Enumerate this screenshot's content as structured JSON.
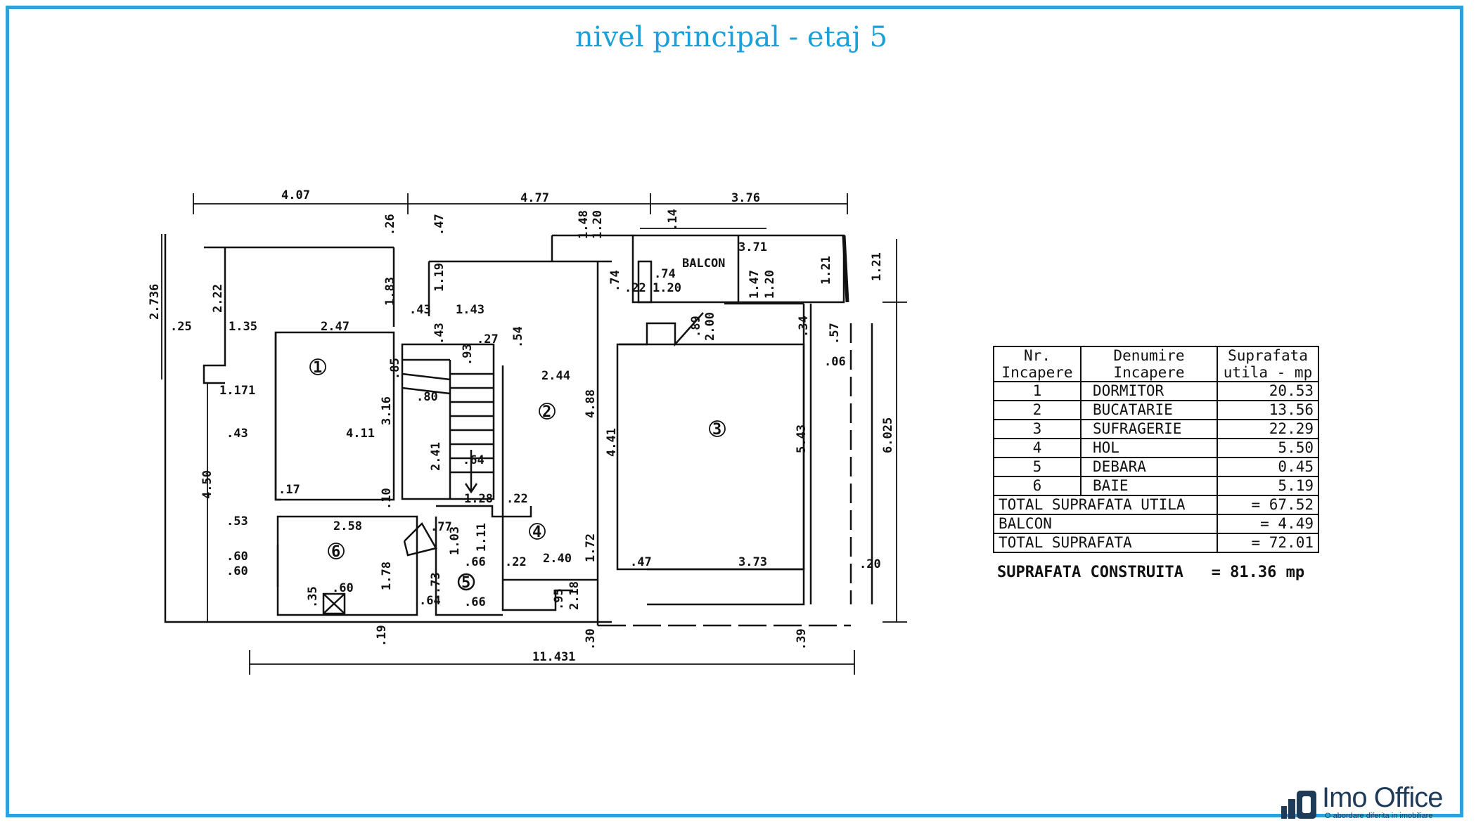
{
  "title": "nivel principal - etaj 5",
  "plan": {
    "balcony_label": "BALCON",
    "room_markers": [
      "1",
      "2",
      "3",
      "4",
      "5",
      "6"
    ],
    "dimensions": {
      "top_a": "4.07",
      "top_b": "4.77",
      "top_c": "3.76",
      "balc_w": "3.71",
      "balc_h": "1.21",
      "balc_h2": "1.21",
      "left_2736": "2.736",
      "left_222": "2.22",
      "d25": ".25",
      "d135": "1.35",
      "d247": "2.47",
      "d1171": "1.171",
      "d43": ".43",
      "d411": "4.11",
      "left_450": "4.50",
      "d53": ".53",
      "d60a": ".60",
      "d60b": ".60",
      "d258": "2.58",
      "d178": "1.78",
      "d316": "3.16",
      "d183": "1.83",
      "d26": ".26",
      "d85": ".85",
      "d17": ".17",
      "d10": ".10",
      "d19": ".19",
      "d47": ".47",
      "d119": "1.19",
      "d143": "1.43",
      "d43b": ".43",
      "d43c": ".43",
      "d80": ".80",
      "d241": "2.41",
      "d64": ".64",
      "d128": "1.28",
      "d22a": ".22",
      "d54": ".54",
      "d27": ".27",
      "d93": ".93",
      "d244": "2.44",
      "d488": "4.88",
      "d441": "4.41",
      "d148": "1.48",
      "d120a": "1.20",
      "d14": ".14",
      "d74a": ".74",
      "d74b": ".74",
      "d22b": ".22",
      "d120b": "1.20",
      "d89": ".89",
      "d200": "2.00",
      "d147": "1.47",
      "d120c": "1.20",
      "d34": ".34",
      "d57": ".57",
      "d06": ".06",
      "d543": "5.43",
      "d6025": "6.025",
      "d77": ".77",
      "d103": "1.03",
      "d111": "1.11",
      "d73": ".73",
      "d64b": ".64",
      "d66a": ".66",
      "d66b": ".66",
      "d22c": ".22",
      "d240": "2.40",
      "d172": "1.72",
      "d47b": ".47",
      "d373": "3.73",
      "d20": ".20",
      "d95": ".95",
      "d218": "2.18",
      "d30": ".30",
      "d39": ".39",
      "total_w": "11.431",
      "d35": ".35",
      "d60c": ".60"
    }
  },
  "room_table": {
    "headers": [
      [
        "Nr.",
        "Incapere"
      ],
      [
        "Denumire",
        "Incapere"
      ],
      [
        "Suprafata",
        "utila - mp"
      ]
    ],
    "rows": [
      {
        "nr": "1",
        "name": "DORMITOR",
        "area": "20.53"
      },
      {
        "nr": "2",
        "name": "BUCATARIE",
        "area": "13.56"
      },
      {
        "nr": "3",
        "name": "SUFRAGERIE",
        "area": "22.29"
      },
      {
        "nr": "4",
        "name": "HOL",
        "area": "5.50"
      },
      {
        "nr": "5",
        "name": "DEBARA",
        "area": "0.45"
      },
      {
        "nr": "6",
        "name": "BAIE",
        "area": "5.19"
      }
    ],
    "totals": [
      {
        "label": "TOTAL SUPRAFATA UTILA",
        "value": "= 67.52"
      },
      {
        "label": "BALCON",
        "value": "= 4.49"
      },
      {
        "label": "TOTAL SUPRAFATA",
        "value": "= 72.01"
      }
    ]
  },
  "built_area": {
    "label": "SUPRAFATA CONSTRUITA",
    "value": "= 81.36 mp"
  },
  "logo": {
    "name": "Imo Office",
    "tagline": "O abordare diferita in imobiliare"
  },
  "colors": {
    "frame": "#2fa0d8",
    "title": "#1ba0d8",
    "logo": "#1f3b5a"
  }
}
